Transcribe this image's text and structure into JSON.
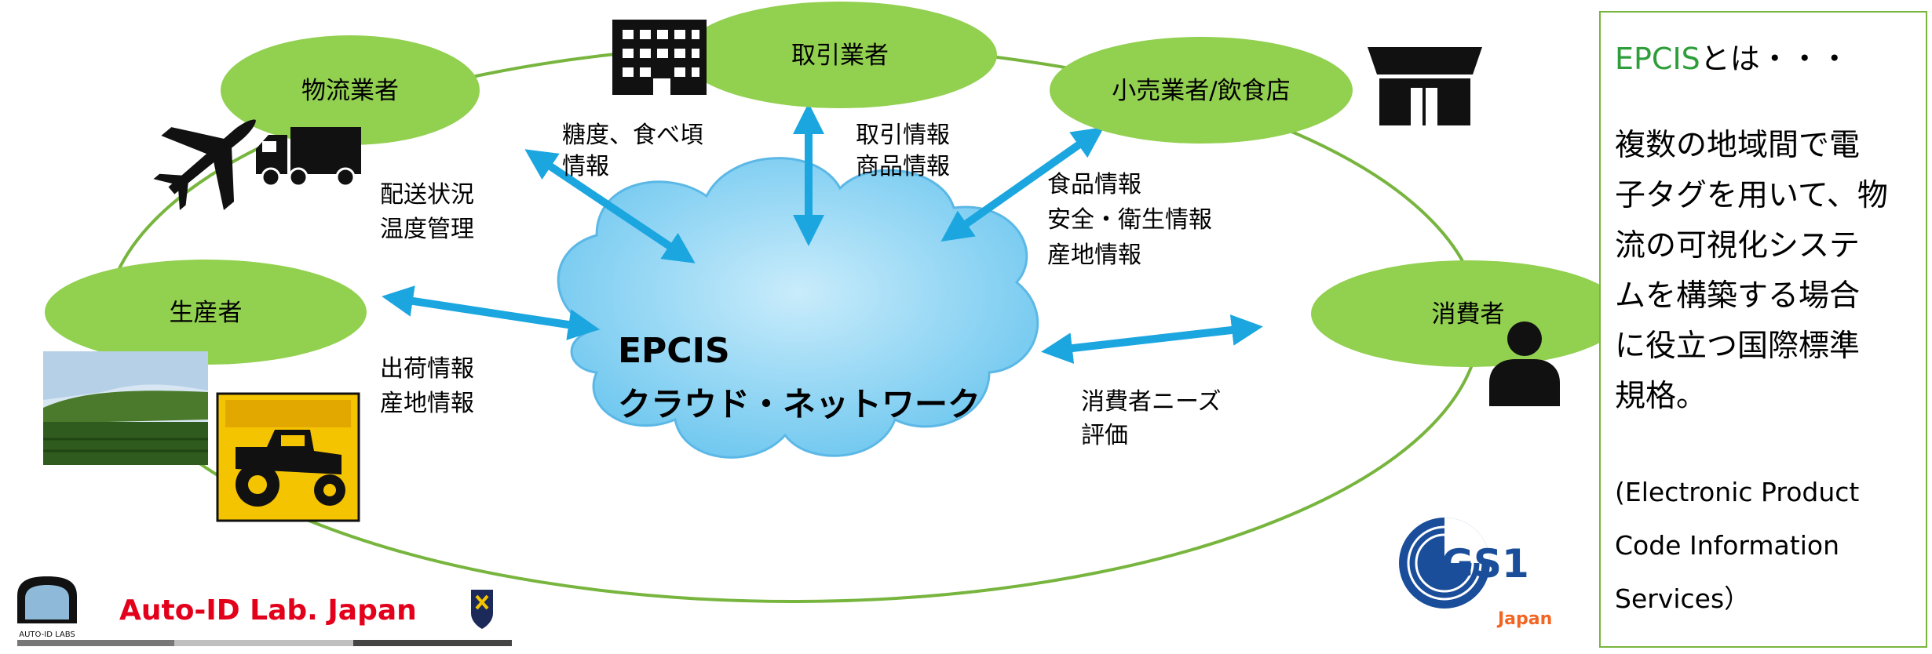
{
  "nodes": {
    "logistics": "物流業者",
    "trading": "取引業者",
    "retail": "小売業者/飲食店",
    "producer": "生産者",
    "consumer": "消費者"
  },
  "cloud": {
    "line1": "EPCIS",
    "line2": "クラウド・ネットワーク"
  },
  "labels": {
    "logistics_info": [
      "配送状況",
      "温度管理"
    ],
    "sugar_info": [
      "糖度、食べ頃",
      "情報"
    ],
    "trade_info": [
      "取引情報",
      "商品情報"
    ],
    "food_info": [
      "食品情報",
      "安全・衛生情報",
      "産地情報"
    ],
    "shipping_info": [
      "出荷情報",
      "産地情報"
    ],
    "consumer_info": [
      "消費者ニーズ",
      "評価"
    ]
  },
  "sidebox": {
    "title_accent": "EPCIS",
    "title_rest": "とは・・・",
    "body_lines": [
      "複数の地域間で電",
      "子タグを用いて、物",
      "流の可視化システ",
      "ムを構築する場合",
      "に役立つ国際標準",
      "規格。"
    ],
    "english_lines": [
      "(Electronic Product",
      "Code Information",
      "Services）"
    ]
  },
  "logos": {
    "autoid_text": "Auto-ID Lab. Japan",
    "autoid_small": "AUTO-ID LABS",
    "gs1_text": "GS1",
    "gs1_sub": "Japan"
  },
  "colors": {
    "node_fill": "#92d050",
    "ring": "#77b53e",
    "arrow": "#1ba6e0",
    "cloud_fill": "#8fd3f3",
    "autoid_red": "#e3001b",
    "gs1_blue": "#1a4e9a",
    "gs1_orange": "#f26522"
  }
}
